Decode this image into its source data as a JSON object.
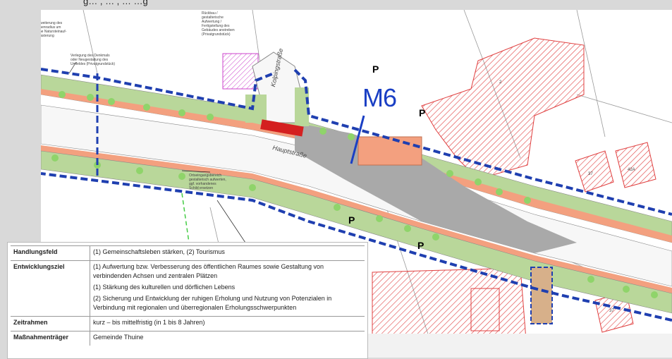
{
  "header": {
    "fragment": "g… , … , … …g"
  },
  "map": {
    "label_m6": "M6",
    "p_labels": [
      "P",
      "P",
      "P",
      "P"
    ],
    "road_kolpingstrasse": "Kolpingstraße",
    "road_hauptstrasse": "Hauptstraße",
    "notes": [
      "Erweiterung des\nInnenradius um\neine Natursteinauf-\npflasterung",
      "Verlegung des Denkmals\noder Neugestaltung des\nUmfeldes (Privatgrundstück)",
      "Rückbau /\ngestalterische\nAufwertung /\nFertigstellung des\nGebäudes anstreben\n(Privatgrundstück)",
      "Ortseingangsbereich\ngestalterisch aufwerten,\nggf. vorhandenes\nSchild ersetzen"
    ],
    "building_numbers": [
      "2",
      "37",
      "42A",
      "37"
    ]
  },
  "table": {
    "rows": [
      {
        "label": "Handlungsfeld",
        "entries": [
          "(1) Gemeinschaftsleben stärken, (2) Tourismus"
        ]
      },
      {
        "label": "Entwicklungsziel",
        "entries": [
          "(1) Aufwertung bzw. Verbesserung des öffentlichen Raumes sowie Gestaltung von verbindenden Achsen und zentralen Plätzen",
          "(1) Stärkung des kulturellen und dörflichen Lebens",
          "(2) Sicherung und Entwicklung der ruhigen Erholung und Nutzung von Potenzialen in Verbindung mit regionalen und überregionalen Erholungsschwerpunkten"
        ]
      },
      {
        "label": "Zeitrahmen",
        "entries": [
          "kurz – bis mittelfristig (in 1 bis 8 Jahren)"
        ]
      },
      {
        "label": "Maßnahmenträger",
        "entries": [
          "Gemeinde Thuine"
        ]
      }
    ]
  },
  "colors": {
    "road_blue": "#1a3fc4",
    "boundary_blue": "#1f3fb0",
    "green_strip": "#b9d79a",
    "sidewalk_salmon": "#f3a07f",
    "hatch_red": "#e04040"
  }
}
